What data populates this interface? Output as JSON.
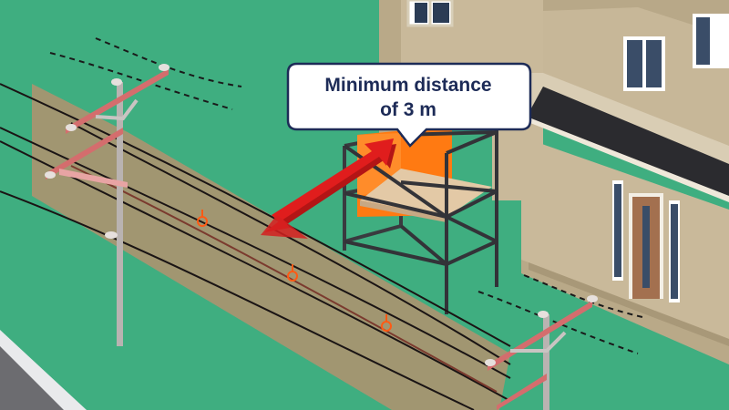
{
  "callout": {
    "line1": "Minimum distance",
    "line2": "of 3 m"
  },
  "icons": [
    "utility-pole",
    "power-line",
    "scaffolding",
    "house",
    "warning-marker"
  ],
  "colors": {
    "ground": "#3fae80",
    "house_wall": "#c9b99a",
    "roof": "#2f2f33",
    "danger_zone": "#b7916e",
    "arrow": "#e01d1d",
    "worker_zone": "#ff7a12",
    "callout_text": "#1d2b57",
    "pole": "#b9b3b1",
    "crossarm": "#d46d6d"
  }
}
